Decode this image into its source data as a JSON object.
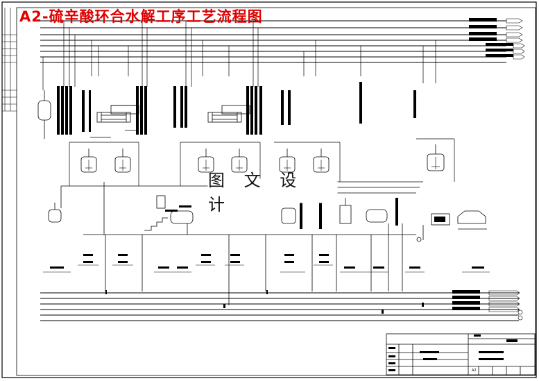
{
  "drawing": {
    "title": "A2-硫辛酸环合水解工序工艺流程图",
    "watermark": "图 文 设 计",
    "sheet_size": "A2",
    "colors": {
      "line": "#000000",
      "title": "#e00000",
      "background": "#ffffff"
    }
  }
}
